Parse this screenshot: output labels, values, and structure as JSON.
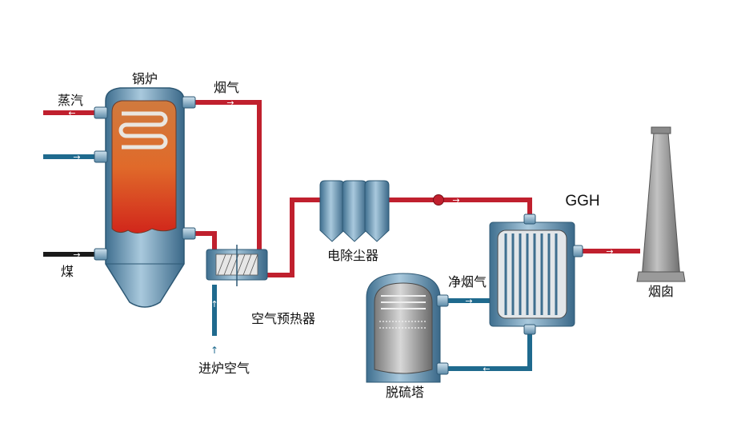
{
  "labels": {
    "boiler": "锅炉",
    "steam": "蒸汽",
    "flue_gas": "烟气",
    "coal": "煤",
    "air_preheater": "空气预热器",
    "furnace_air": "进炉空气",
    "esp": "电除尘器",
    "ggh": "GGH",
    "clean_flue_gas": "净烟气",
    "desulfurization_tower": "脱硫塔",
    "chimney": "烟囱"
  },
  "arrows": {
    "right": "→",
    "left": "←",
    "up": "↑"
  },
  "colors": {
    "hot_pipe": "#c0202e",
    "water_pipe": "#1f6a8e",
    "coal_pipe": "#1a1a1a",
    "vessel_blue": "#5b8fb0",
    "chimney_gray": "#9a9a9a",
    "ggh_text": "#2e3f8f"
  }
}
